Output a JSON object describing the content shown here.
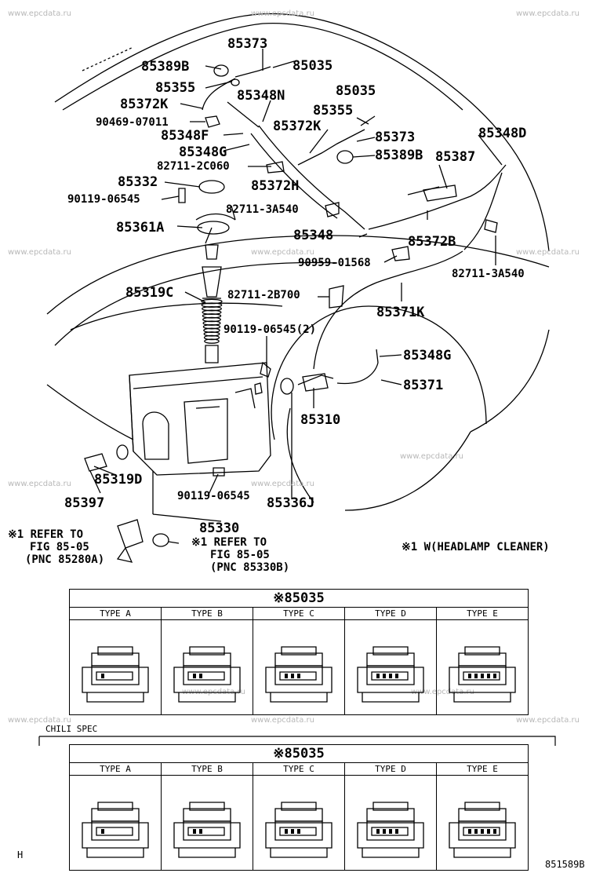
{
  "watermark": "www.epcdata.ru",
  "part_labels": [
    "85373",
    "85035",
    "85389B",
    "85355",
    "85035",
    "85348N",
    "85372K",
    "85355",
    "90469-07011",
    "85372K",
    "85348F",
    "85373",
    "85348D",
    "85348G",
    "85389B",
    "85387",
    "82711-2C060",
    "85332",
    "85372H",
    "90119-06545",
    "82711-3A540",
    "85361A",
    "85348",
    "85372B",
    "90959-01568",
    "82711-3A540",
    "85319C",
    "82711-2B700",
    "85371K",
    "90119-06545(2)",
    "85348G",
    "85371",
    "85310",
    "85319D",
    "85397",
    "90119-06545",
    "85336J",
    "85330"
  ],
  "notes": {
    "refer_left": [
      "※1 REFER TO",
      "FIG 85-05",
      "(PNC 85280A)"
    ],
    "refer_right": [
      "※1 REFER TO",
      "FIG 85-05",
      "(PNC 85330B)"
    ],
    "legend": "※1 W(HEADLAMP CLEANER)"
  },
  "tables": [
    {
      "title": "※85035",
      "types": [
        "TYPE A",
        "TYPE B",
        "TYPE C",
        "TYPE D",
        "TYPE E"
      ]
    },
    {
      "title": "※85035",
      "types": [
        "TYPE A",
        "TYPE B",
        "TYPE C",
        "TYPE D",
        "TYPE E"
      ]
    }
  ],
  "chili_spec": "CHILI SPEC",
  "corner_left": "H",
  "figure_ref": "851589B"
}
